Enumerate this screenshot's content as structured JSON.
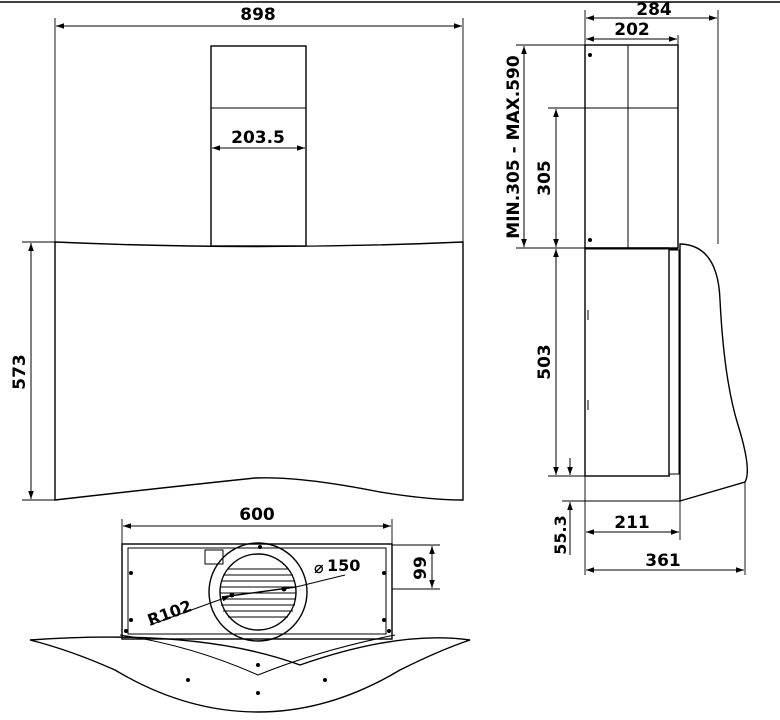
{
  "dimensions": {
    "overall_width": "898",
    "chimney_width": "203.5",
    "glass_height": "573",
    "cutout_width": "600",
    "cutout_depth": "99",
    "duct_diameter": "150",
    "duct_radius": "R102",
    "side_top_depth": "284",
    "chimney_depth": "202",
    "chimney_height_range": "MIN.305  -  MAX.590",
    "chimney_lower": "305",
    "body_height": "503",
    "bottom_offset": "55.3",
    "body_depth": "211",
    "total_depth": "361"
  },
  "symbols": {
    "diameter": "⌀"
  },
  "colors": {
    "line": "#000000",
    "background": "#ffffff"
  }
}
